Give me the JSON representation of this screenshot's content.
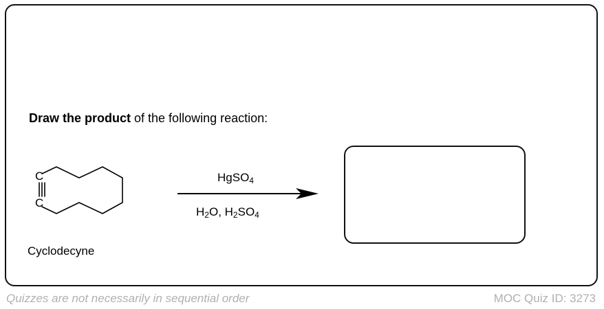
{
  "question": {
    "prompt_bold": "Draw the product",
    "prompt_rest": " of the following reaction:"
  },
  "reactant": {
    "name": "Cyclodecyne",
    "atom_top": "C",
    "atom_bottom": "C"
  },
  "reagents": {
    "above_arrow": {
      "main": "HgSO",
      "sub": "4"
    },
    "below_arrow": {
      "part1": "H",
      "sub1": "2",
      "part2": "O, H",
      "sub2": "2",
      "part3": "SO",
      "sub3": "4"
    }
  },
  "footer": {
    "note": "Quizzes are not necessarily in sequential order",
    "quiz_id": "MOC Quiz ID: 3273"
  }
}
